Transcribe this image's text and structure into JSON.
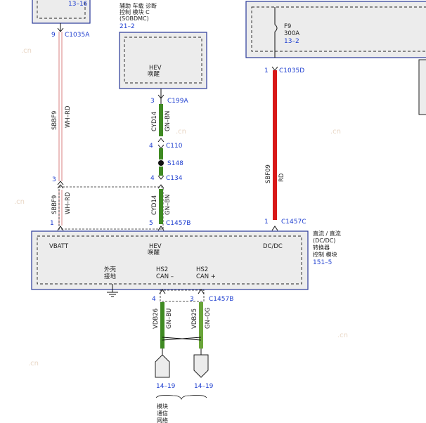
{
  "top_left_module": {
    "ref": "13–16",
    "pin": "9",
    "connector": "C1035A"
  },
  "sobdmc": {
    "title_lines": [
      "辅助 车载 诊断",
      "控制 模块 C",
      "(SOBDMC)"
    ],
    "ref": "21–2",
    "inner_label_lines": [
      "HEV",
      "唤醒"
    ],
    "pin": "3",
    "connector": "C199A"
  },
  "fuse_box": {
    "fuse": "F9",
    "rating": "300A",
    "ref": "13–2",
    "pin": "1",
    "connector": "C1035D"
  },
  "wire_sbbf9": {
    "circuit": "SBBF9",
    "color": "WH–RD"
  },
  "wire_sbbf9_lower": {
    "circuit": "SBBF9",
    "color": "WH–RD",
    "pin_top": "3",
    "pin_bottom": "1"
  },
  "wire_cyd14": {
    "circuit": "CYD14",
    "color": "GN–BN"
  },
  "inline_c110": {
    "pin": "4",
    "connector": "C110"
  },
  "splice": {
    "name": "S148"
  },
  "inline_c134": {
    "pin": "4",
    "connector": "C134"
  },
  "wire_cyd14_lower": {
    "circuit": "CYD14",
    "color": "GN–BN",
    "pin": "5",
    "connector": "C1457B"
  },
  "wire_sbf09": {
    "circuit": "SBF09",
    "color": "RD",
    "pin": "1",
    "connector": "C1457C"
  },
  "dcdc": {
    "vbatt": "VBATT",
    "hev_wake_lines": [
      "HEV",
      "唤醒"
    ],
    "dcdc": "DC/DC",
    "title_lines": [
      "直流 / 直流",
      "(DC/DC)",
      "转换器",
      "控制 模块"
    ],
    "ref": "151–5",
    "ground_lines": [
      "外壳",
      "接地"
    ],
    "can_minus_lines": [
      "HS2",
      "CAN –"
    ],
    "can_plus_lines": [
      "HS2",
      "CAN +"
    ],
    "can_pin_left": "4",
    "can_pin_right": "3",
    "can_connector": "C1457B"
  },
  "wire_vdb26": {
    "circuit": "VDB26",
    "color": "GN–BU",
    "ref": "14–19"
  },
  "wire_vdb25": {
    "circuit": "VDB25",
    "color": "GN–OG",
    "ref": "14–19"
  },
  "comm_lines": [
    "模块",
    "通信",
    "网络"
  ],
  "colors": {
    "red": "#d81818",
    "green": "#3f8a23",
    "wh_rd_line": "#d98080",
    "box_border": "#2a3a9a",
    "blue_text": "#1f3fd0"
  }
}
